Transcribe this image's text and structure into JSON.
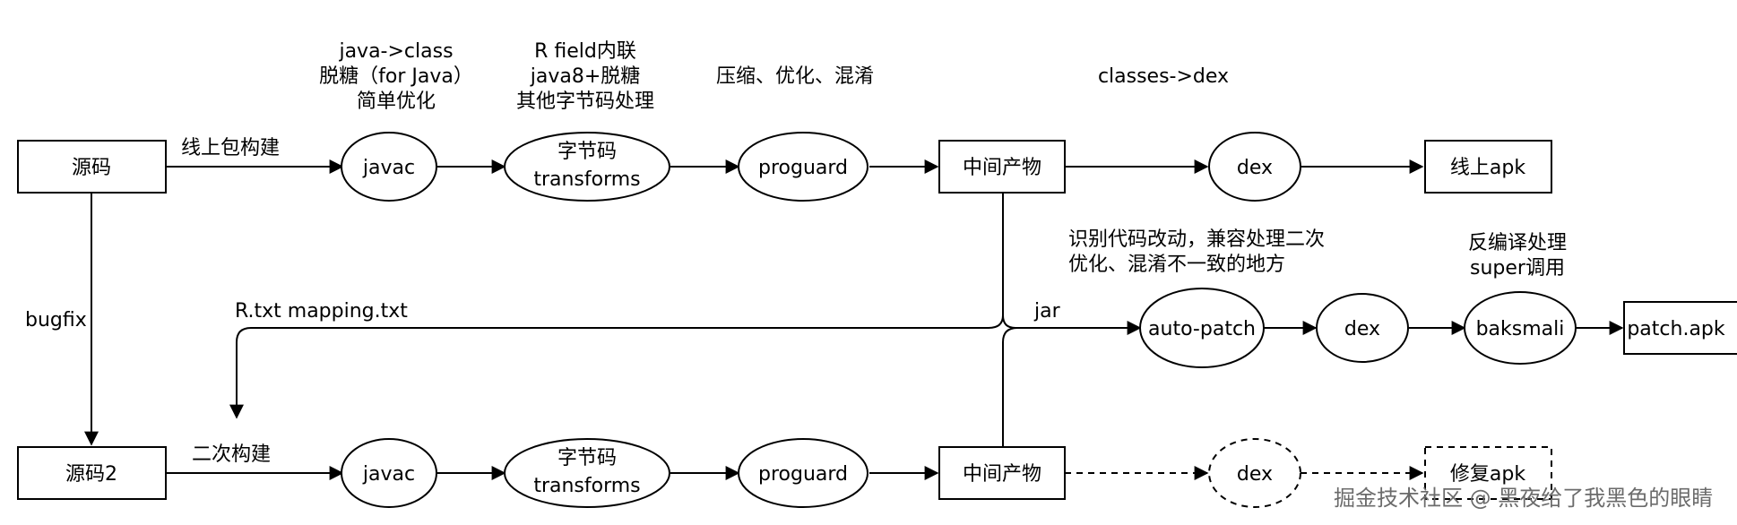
{
  "nodes": {
    "source": "源码",
    "javac1": "javac",
    "bytecode1_line1": "字节码",
    "bytecode1_line2": "transforms",
    "proguard1": "proguard",
    "intermediate1": "中间产物",
    "dex1": "dex",
    "online_apk": "线上apk",
    "autopatch": "auto-patch",
    "dex2": "dex",
    "baksmali": "baksmali",
    "patch_apk": "patch.apk",
    "source2": "源码2",
    "javac2": "javac",
    "bytecode2_line1": "字节码",
    "bytecode2_line2": "transforms",
    "proguard2": "proguard",
    "intermediate2": "中间产物",
    "dex3": "dex",
    "fix_apk": "修复apk"
  },
  "annotations": {
    "javac_note": [
      "java->class",
      "脱糖（for Java）",
      "简单优化"
    ],
    "bytecode_note": [
      "R field内联",
      "java8+脱糖",
      "其他字节码处理"
    ],
    "proguard_note": "压缩、优化、混淆",
    "dex_note": "classes->dex",
    "autopatch_note": [
      "识别代码改动，兼容处理二次",
      "优化、混淆不一致的地方"
    ],
    "baksmali_note": [
      "反编译处理",
      "super调用"
    ]
  },
  "edges": {
    "online_build": "线上包构建",
    "bugfix": "bugfix",
    "mapping": "R.txt mapping.txt",
    "jar": "jar",
    "second_build": "二次构建"
  },
  "watermark": "掘金技术社区 @ 黑夜给了我黑色的眼睛",
  "colors": {
    "stroke": "#000000",
    "background": "#ffffff",
    "watermark": "#6b6b6b"
  }
}
